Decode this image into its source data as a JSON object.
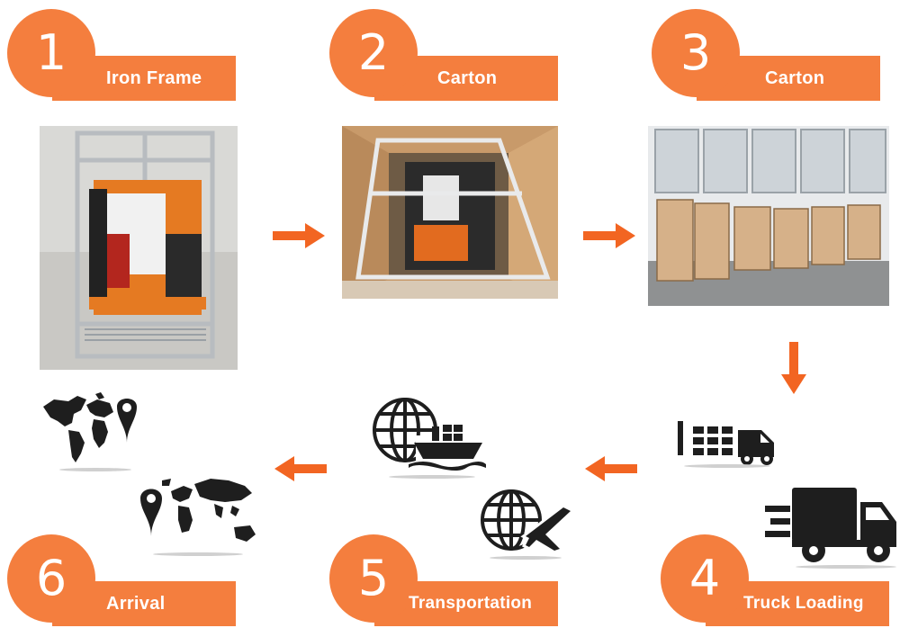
{
  "steps": [
    {
      "num": "1",
      "label": "Iron Frame"
    },
    {
      "num": "2",
      "label": "Carton"
    },
    {
      "num": "3",
      "label": "Carton"
    },
    {
      "num": "4",
      "label": "Truck Loading"
    },
    {
      "num": "5",
      "label": "Transportation"
    },
    {
      "num": "6",
      "label": "Arrival"
    }
  ],
  "colors": {
    "accent": "#f47e3e",
    "arrow": "#f26522",
    "icon": "#1e1e1e"
  },
  "icons": [
    "warehouse-truck-icon",
    "delivery-truck-icon",
    "globe-ship-icon",
    "globe-airplane-icon",
    "world-map-pin-icon"
  ]
}
